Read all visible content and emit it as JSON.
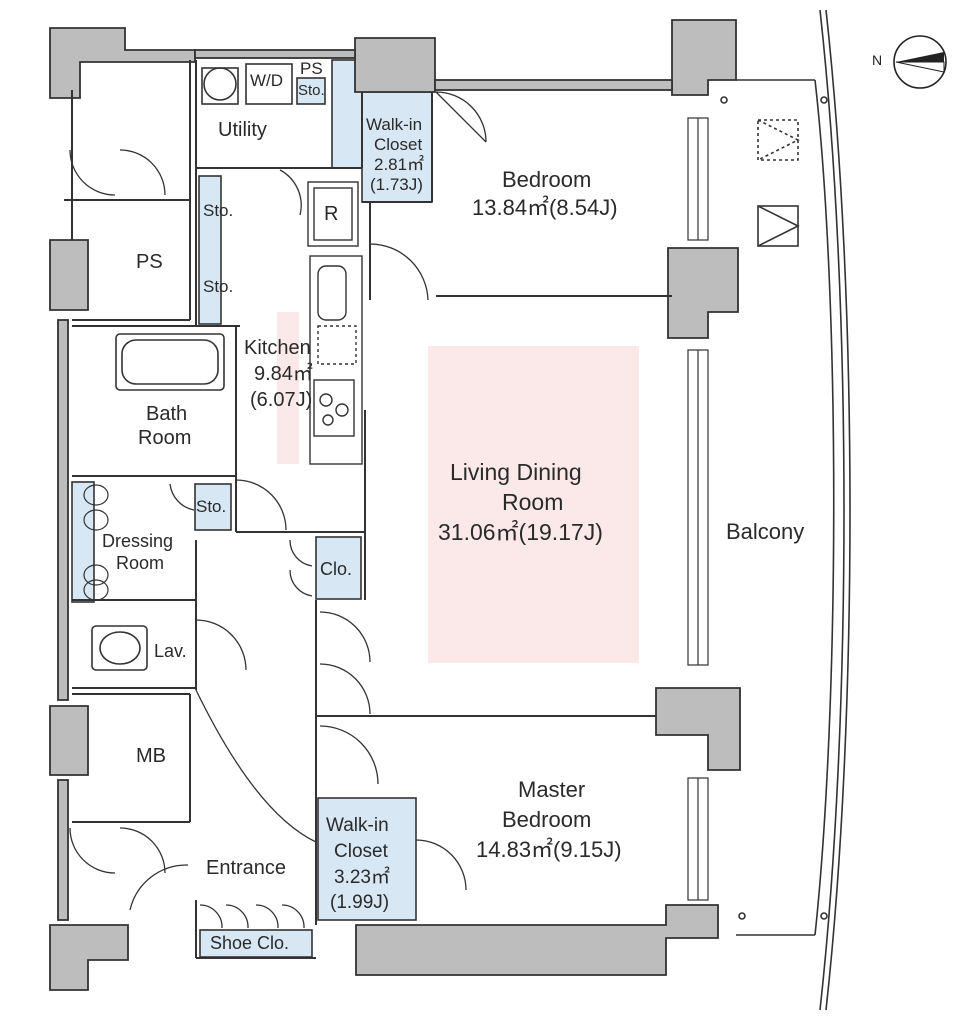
{
  "compass": {
    "label": "N"
  },
  "rooms": {
    "utility": "Utility",
    "wd": "W/D",
    "ps_small": "PS",
    "sto_top": "Sto.",
    "walkin1_name1": "Walk-in",
    "walkin1_name2": "Closet",
    "walkin1_area": "2.81㎡",
    "walkin1_j": "(1.73J)",
    "bedroom_name": "Bedroom",
    "bedroom_area": "13.84㎡(8.54J)",
    "ps_big": "PS",
    "sto1": "Sto.",
    "sto2": "Sto.",
    "fridge": "R",
    "kitchen_name": "Kitchen",
    "kitchen_area": "9.84㎡",
    "kitchen_j": "(6.07J)",
    "bath1": "Bath",
    "bath2": "Room",
    "sto_bath": "Sto.",
    "dressing1": "Dressing",
    "dressing2": "Room",
    "clo": "Clo.",
    "lav": "Lav.",
    "ldr1": "Living Dining",
    "ldr2": "Room",
    "ldr_area": "31.06㎡(19.17J)",
    "balcony": "Balcony",
    "mb": "MB",
    "master1": "Master",
    "master2": "Bedroom",
    "master_area": "14.83㎡(9.15J)",
    "walkin2_name1": "Walk-in",
    "walkin2_name2": "Closet",
    "walkin2_area": "3.23㎡",
    "walkin2_j": "(1.99J)",
    "entrance": "Entrance",
    "shoe": "Shoe Clo."
  },
  "colors": {
    "wall": "#bdbdbd",
    "wall_stroke": "#333333",
    "storage": "#d7e7f3",
    "highlight": "#fbe9ea"
  }
}
